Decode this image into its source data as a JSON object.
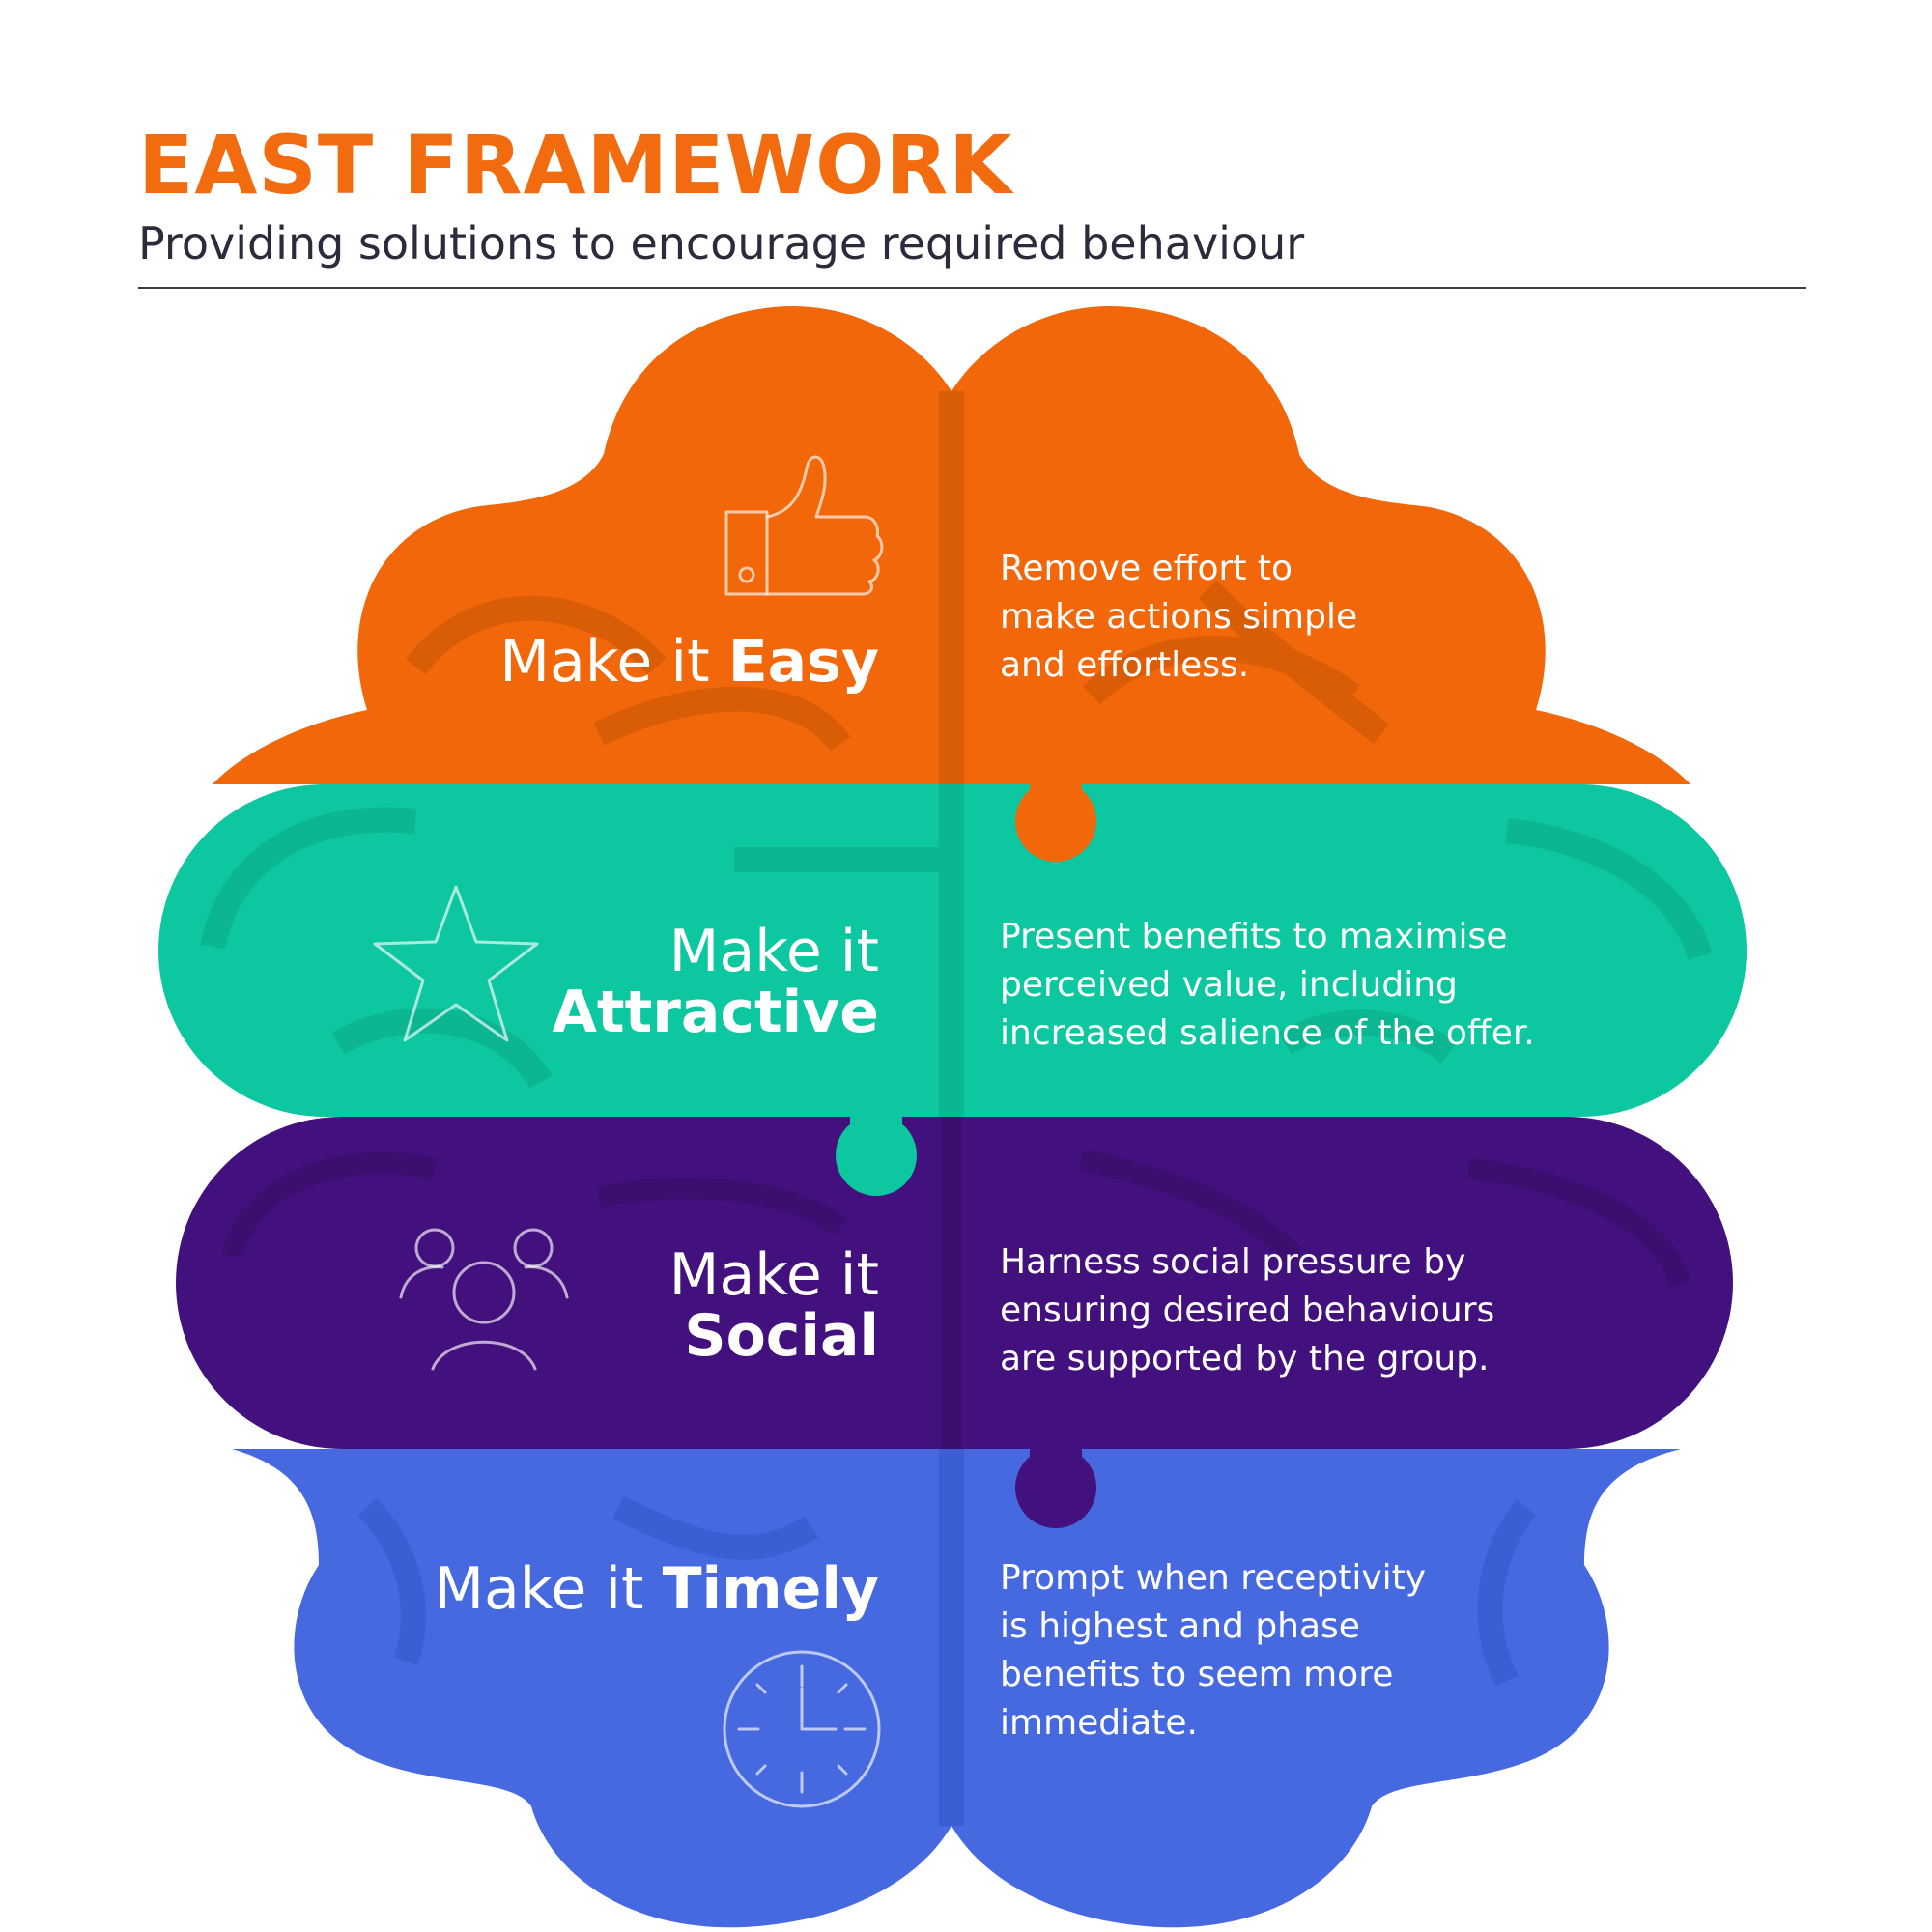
{
  "header": {
    "title": "EAST FRAMEWORK",
    "subtitle": "Providing solutions to encourage required behaviour"
  },
  "colors": {
    "title": "#f26b0f",
    "subtitle": "#2b2b3b",
    "rule": "#3a3a4a",
    "easy": "#f2670a",
    "easy_dark": "#d95d07",
    "attractive": "#0cc79f",
    "attractive_dark": "#0bb690",
    "social": "#43117d",
    "social_dark": "#3a0f70",
    "timely": "#4669e0",
    "timely_dark": "#3c5ed3",
    "text": "#ffffff"
  },
  "sections": [
    {
      "id": "easy",
      "icon": "thumbs-up-icon",
      "heading_light": "Make it ",
      "heading_bold": "Easy",
      "description": [
        "Remove effort to",
        "make actions simple",
        "and effortless."
      ]
    },
    {
      "id": "attractive",
      "icon": "star-icon",
      "heading_light": "Make it",
      "heading_bold": "Attractive",
      "description": [
        "Present benefits to maximise",
        "perceived value, including",
        "increased salience of the offer."
      ]
    },
    {
      "id": "social",
      "icon": "group-icon",
      "heading_light": "Make it",
      "heading_bold": "Social",
      "description": [
        "Harness social pressure by",
        "ensuring desired behaviours",
        "are supported by the group."
      ]
    },
    {
      "id": "timely",
      "icon": "clock-icon",
      "heading_light": "Make it ",
      "heading_bold": "Timely",
      "description": [
        "Prompt when receptivity",
        "is highest and phase",
        "benefits to seem more",
        "immediate."
      ]
    }
  ]
}
